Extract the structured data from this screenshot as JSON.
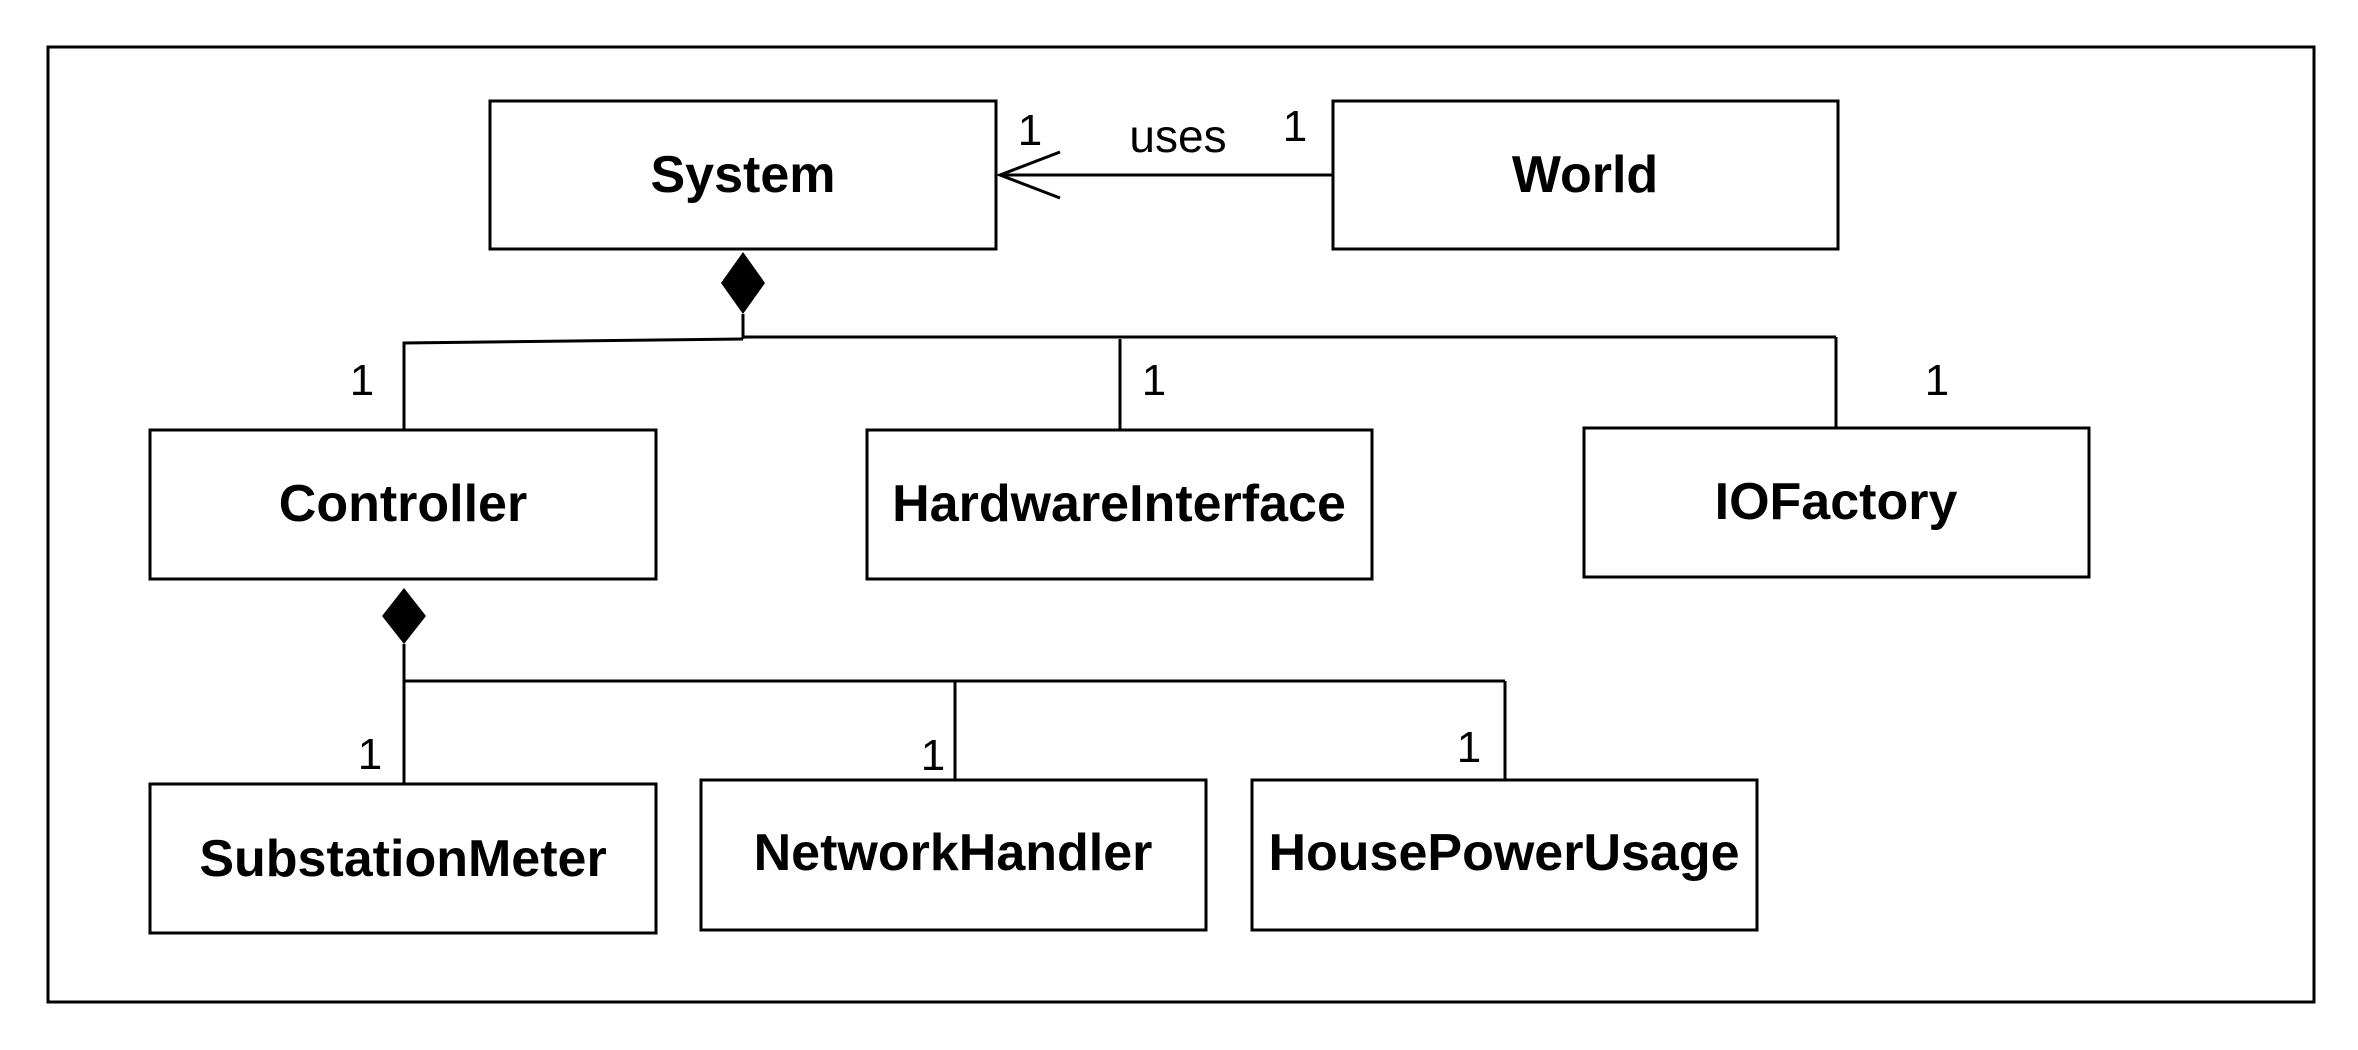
{
  "classes": {
    "system": "System",
    "world": "World",
    "controller": "Controller",
    "hardware_interface": "HardwareInterface",
    "io_factory": "IOFactory",
    "substation_meter": "SubstationMeter",
    "network_handler": "NetworkHandler",
    "house_power_usage": "HousePowerUsage"
  },
  "associations": {
    "uses": {
      "label": "uses",
      "source_multiplicity": "1",
      "target_multiplicity": "1"
    },
    "system_controller": "1",
    "system_hardware_interface": "1",
    "system_io_factory": "1",
    "controller_substation_meter": "1",
    "controller_network_handler": "1",
    "controller_house_power_usage": "1"
  }
}
